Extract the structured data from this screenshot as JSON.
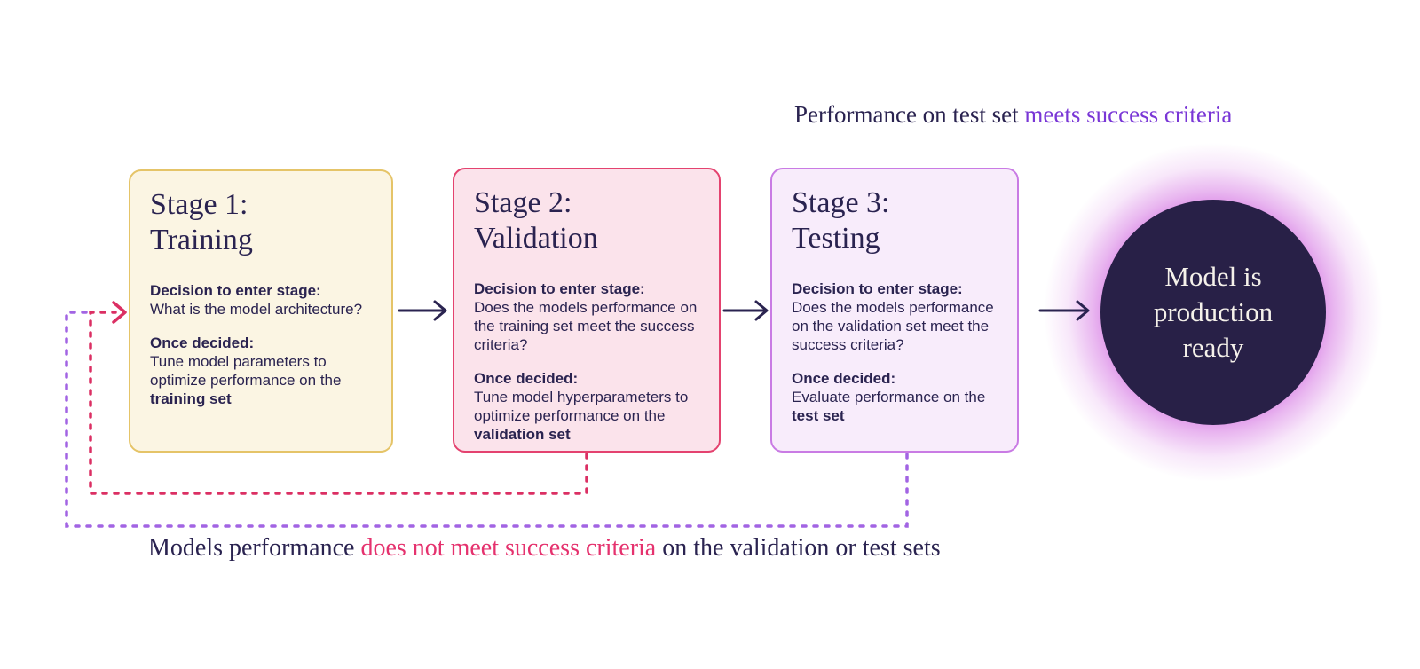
{
  "labels": {
    "success": {
      "prefix": "Performance on test set",
      "highlight": "meets success criteria"
    },
    "failure": {
      "prefix": "Models performance",
      "highlight": "does not meet success criteria",
      "suffix": "on the validation or test sets"
    }
  },
  "stages": [
    {
      "title_line1": "Stage 1:",
      "title_line2": "Training",
      "decision_label": "Decision to enter stage:",
      "decision_text": "What is the model architecture?",
      "once_label": "Once decided:",
      "once_text": "Tune model parameters to optimize performance on the",
      "once_bold": "training set"
    },
    {
      "title_line1": "Stage 2:",
      "title_line2": "Validation",
      "decision_label": "Decision to enter stage:",
      "decision_text": "Does the models performance on the training set meet the success criteria?",
      "once_label": "Once decided:",
      "once_text": "Tune model hyperparameters to optimize performance on the",
      "once_bold": "validation set"
    },
    {
      "title_line1": "Stage 3:",
      "title_line2": "Testing",
      "decision_label": "Decision to enter stage:",
      "decision_text": "Does the models performance on the validation set meet the success criteria?",
      "once_label": "Once decided:",
      "once_text": "Evaluate performance on the",
      "once_bold": "test set"
    }
  ],
  "result_node": {
    "text": "Model is production ready"
  },
  "colors": {
    "navy": "#2A2350",
    "cream-bg": "#FBF5E3",
    "gold-border": "#E5C468",
    "pink-bg": "#FBE3EB",
    "pink-border": "#E4426F",
    "lav-bg": "#F8ECFB",
    "lav-border": "#C97BE4",
    "circle-bg": "#282047",
    "circle-text": "#F5F1EA",
    "glow": "#D77CE4",
    "accent-purple": "#7936D6",
    "accent-pink": "#E5326E",
    "dash-pink": "#DB2F63",
    "dash-purple": "#A264E3"
  }
}
